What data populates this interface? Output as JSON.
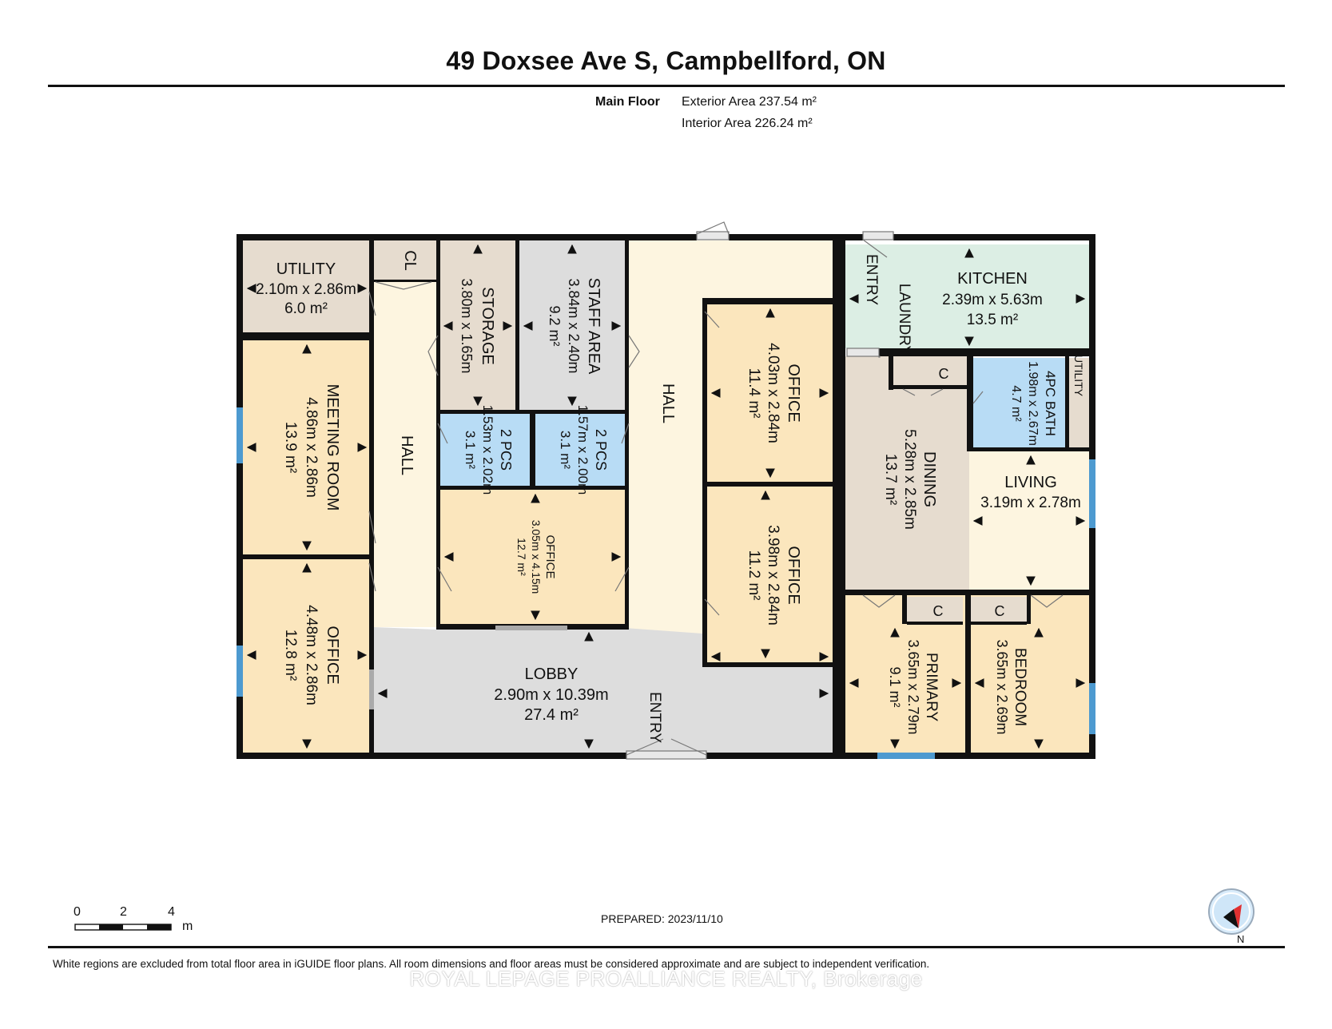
{
  "title": "49 Doxsee Ave S, Campbellford, ON",
  "floor": {
    "name": "Main Floor",
    "exterior_area": "Exterior Area 237.54 m²",
    "interior_area": "Interior Area 226.24 m²"
  },
  "rooms": {
    "utility": {
      "name": "UTILITY",
      "dims": "2.10m x 2.86m",
      "area": "6.0 m²"
    },
    "cl": {
      "name": "CL"
    },
    "storage": {
      "name": "STORAGE",
      "dims": "3.80m x 1.65m"
    },
    "staff_area": {
      "name": "STAFF AREA",
      "dims": "3.84m x 2.40m",
      "area": "9.2 m²"
    },
    "hall_left": {
      "name": "HALL"
    },
    "hall_center": {
      "name": "HALL"
    },
    "meeting_room": {
      "name": "MEETING ROOM",
      "dims": "4.86m x 2.86m",
      "area": "13.9 m²"
    },
    "office_sw": {
      "name": "OFFICE",
      "dims": "4.48m x 2.86m",
      "area": "12.8 m²"
    },
    "pcs_1": {
      "name": "2 PCS",
      "dims": "1.53m x 2.02m",
      "area": "3.1 m²"
    },
    "pcs_2": {
      "name": "2 PCS",
      "dims": "1.57m x 2.00m",
      "area": "3.1 m²"
    },
    "office_center": {
      "name": "OFFICE",
      "dims": "3.05m x 4.15m",
      "area": "12.7 m²"
    },
    "office_ne": {
      "name": "OFFICE",
      "dims": "4.03m x 2.84m",
      "area": "11.4 m²"
    },
    "office_se": {
      "name": "OFFICE",
      "dims": "3.98m x 2.84m",
      "area": "11.2 m²"
    },
    "lobby": {
      "name": "LOBBY",
      "dims": "2.90m x 10.39m",
      "area": "27.4 m²"
    },
    "entry_lobby": {
      "name": "ENTRY"
    },
    "entry_res": {
      "name": "ENTRY"
    },
    "laundry": {
      "name": "LAUNDRY"
    },
    "kitchen": {
      "name": "KITCHEN",
      "dims": "2.39m x 5.63m",
      "area": "13.5 m²"
    },
    "closet_1": {
      "name": "C"
    },
    "bath": {
      "name": "4PC BATH",
      "dims": "1.98m x 2.67m",
      "area": "4.7 m²"
    },
    "utility_small": {
      "name": "UTILITY"
    },
    "dining": {
      "name": "DINING",
      "dims": "5.28m x 2.85m",
      "area": "13.7 m²"
    },
    "living": {
      "name": "LIVING",
      "dims": "3.19m x 2.78m"
    },
    "closet_2": {
      "name": "C"
    },
    "closet_3": {
      "name": "C"
    },
    "primary": {
      "name": "PRIMARY",
      "dims": "3.65m x 2.79m",
      "area": "9.1 m²"
    },
    "bedroom": {
      "name": "BEDROOM",
      "dims": "3.65m x 2.69m"
    }
  },
  "scale": {
    "t0": "0",
    "t2": "2",
    "t4": "4",
    "unit": "m"
  },
  "compass": {
    "label": "N"
  },
  "prepared": "PREPARED: 2023/11/10",
  "disclaimer": "White regions are excluded from total floor area in iGUIDE floor plans. All room dimensions and floor areas must be considered approximate and are subject to independent verification.",
  "brokerage": "ROYAL LEPAGE PROALLIANCE REALTY, Brokerage",
  "colors": {
    "wall": "#111111",
    "office": "#fbe6bd",
    "utility": "#e6dccf",
    "lobby": "#dddddd",
    "bath": "#b8dcf5",
    "kitchen": "#dceee4",
    "hall": "#fdf5e0",
    "window": "#4d9ad0"
  }
}
